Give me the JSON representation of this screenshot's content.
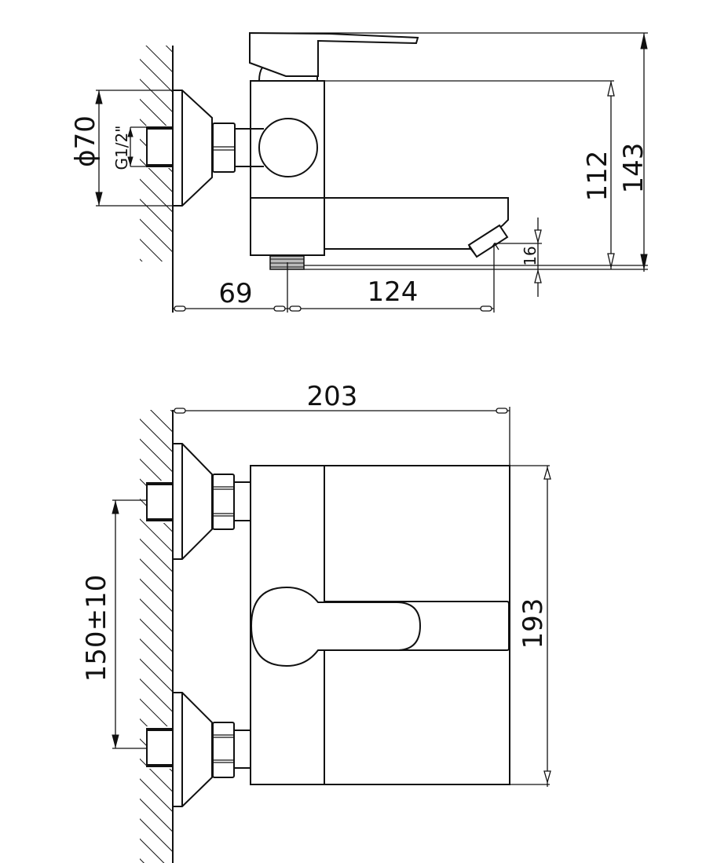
{
  "drawing": {
    "subject": "Wall-mounted single-lever bath mixer faucet — technical dimension drawing",
    "units": "mm",
    "side_view": {
      "dimensions": {
        "flange_diameter": "ϕ70",
        "thread": "G1/2\"",
        "wall_to_outlet_centre": "69",
        "outlet_reach": "124",
        "spout_height": "112",
        "total_height": "143",
        "spout_drop": "16"
      }
    },
    "top_view": {
      "dimensions": {
        "total_depth": "203",
        "inlet_centres": "150±10",
        "body_width": "193"
      }
    }
  }
}
